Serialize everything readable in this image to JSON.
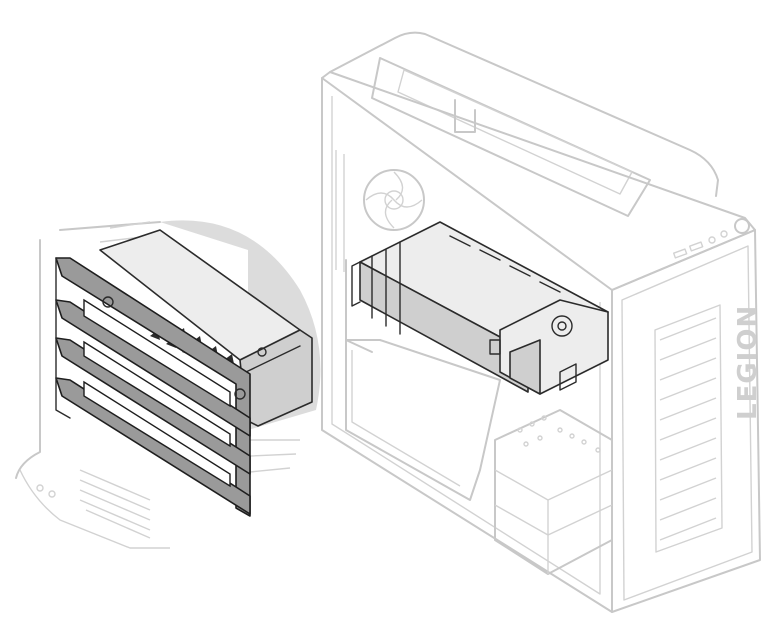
{
  "diagram": {
    "case_brand_text": "LEGION",
    "colors": {
      "background": "#ffffff",
      "case_outline": "#c8c8c8",
      "highlight_part": "#2b2b2b",
      "bracket_fill": "#9a9a9a",
      "inset_background": "#dcdcdc"
    },
    "parts": [
      "pc-case",
      "graphics-card",
      "pci-slot-brackets",
      "inset-zoom-view"
    ]
  }
}
